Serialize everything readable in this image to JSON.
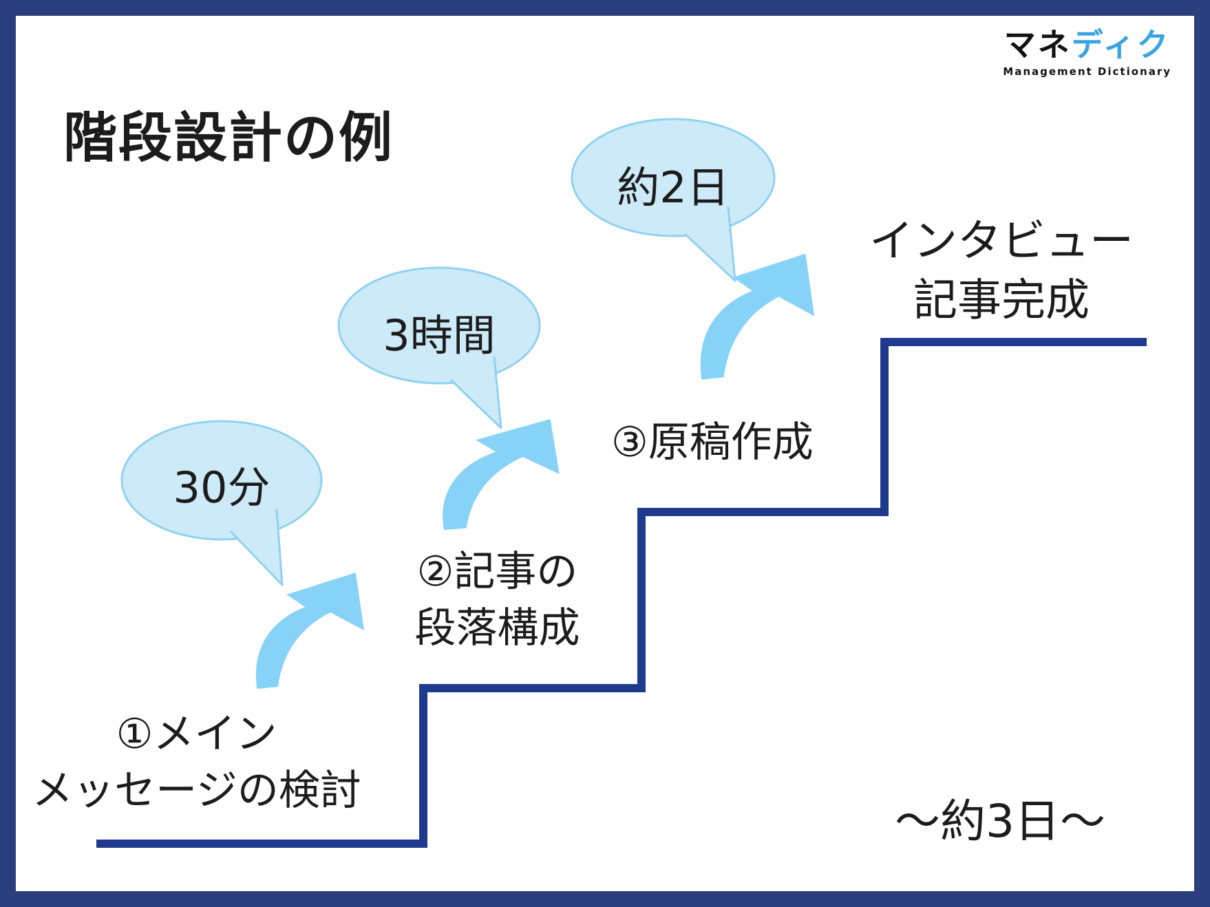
{
  "logo": {
    "name_black": "マネ",
    "name_blue": "ディク",
    "subtitle": "Management Dictionary",
    "accent_color": "#3aa3e0"
  },
  "title": "階段設計の例",
  "steps": [
    {
      "label_line1": "①メイン",
      "label_line2": "メッセージの検討",
      "duration": "30分"
    },
    {
      "label_line1": "②記事の",
      "label_line2": "段落構成",
      "duration": "3時間"
    },
    {
      "label_line1": "③原稿作成",
      "duration": "約2日"
    }
  ],
  "goal": {
    "label_line1": "インタビュー",
    "label_line2": "記事完成"
  },
  "total_duration": "～約3日～",
  "colors": {
    "frame": "#2b3f7e",
    "stair_line": "#1e3a8e",
    "bubble_fill": "#cdeaf8",
    "bubble_stroke": "#8fd2f0",
    "arrow_fill": "#87d3f7",
    "text": "#1c1c1c"
  }
}
